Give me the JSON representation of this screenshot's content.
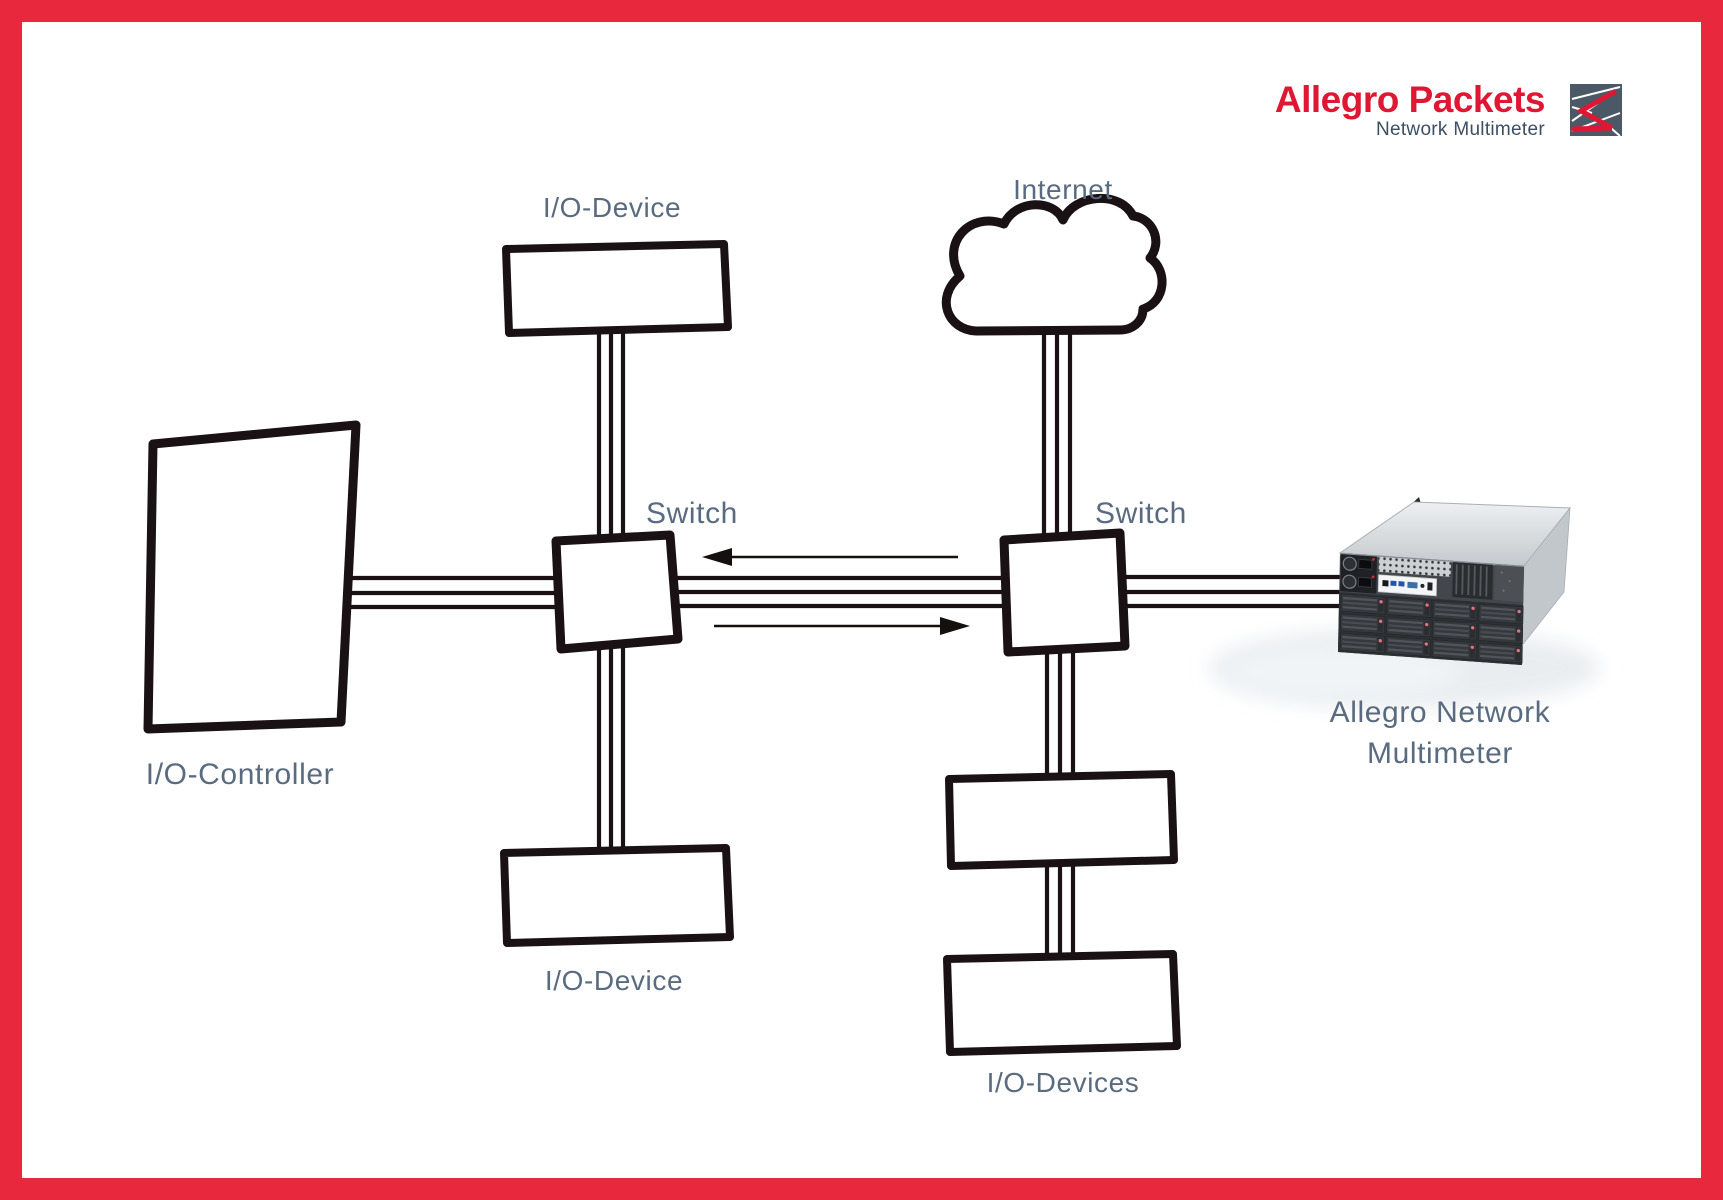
{
  "brand": {
    "name": "Allegro Packets",
    "subtitle": "Network Multimeter",
    "logo_icon": "allegro-zigzag-icon",
    "red": "#e01733",
    "navy": "#3d4e63"
  },
  "frame": {
    "border_color": "#e8283c",
    "background": "#ffffff"
  },
  "diagram": {
    "label_color": "#5a6b80",
    "line_color": "#191114",
    "nodes": {
      "io_device_top": {
        "label": "I/O-Device"
      },
      "internet": {
        "label": "Internet"
      },
      "io_controller": {
        "label": "I/O-Controller"
      },
      "switch_left": {
        "label": "Switch"
      },
      "switch_right": {
        "label": "Switch"
      },
      "io_device_bottom": {
        "label": "I/O-Device"
      },
      "io_devices_bottom": {
        "label": "I/O-Devices"
      },
      "multimeter": {
        "label_line1": "Allegro Network",
        "label_line2": "Multimeter"
      }
    },
    "links": [
      {
        "from": "io_device_top",
        "to": "switch_left",
        "style": "triple-line"
      },
      {
        "from": "io_controller",
        "to": "switch_left",
        "style": "triple-line"
      },
      {
        "from": "switch_left",
        "to": "io_device_bottom",
        "style": "triple-line"
      },
      {
        "from": "switch_left",
        "to": "switch_right",
        "style": "triple-line"
      },
      {
        "from": "internet",
        "to": "switch_right",
        "style": "triple-line"
      },
      {
        "from": "switch_right",
        "to": "io_devices_box1",
        "style": "triple-line"
      },
      {
        "from": "io_devices_box1",
        "to": "io_devices_box2",
        "style": "triple-line"
      },
      {
        "from": "switch_right",
        "to": "multimeter",
        "style": "triple-line"
      }
    ],
    "arrows": {
      "upper_direction": "left",
      "lower_direction": "right"
    }
  }
}
